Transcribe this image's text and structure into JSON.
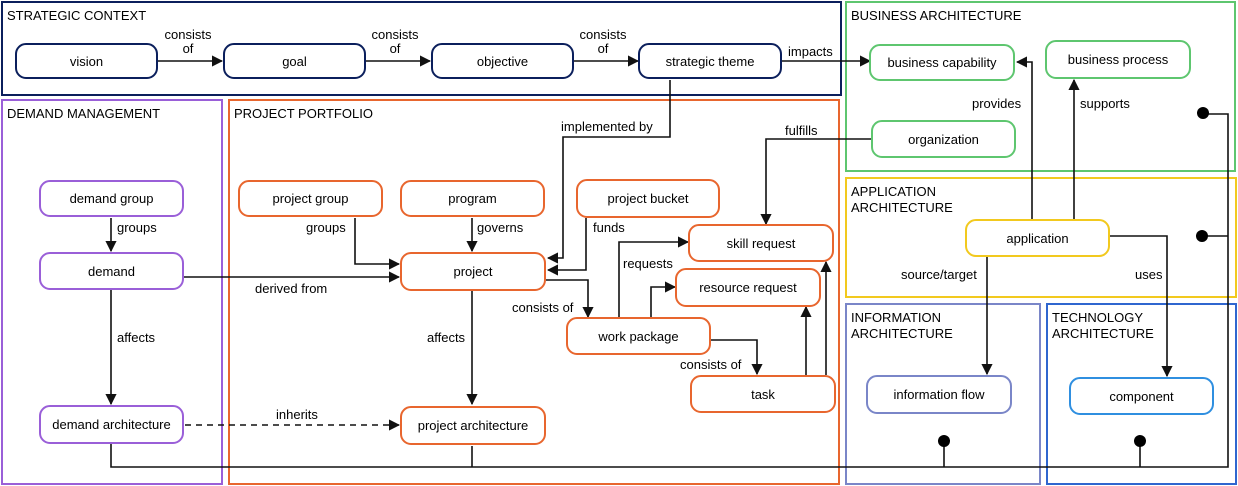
{
  "colors": {
    "strategic": "#0b1f5c",
    "business": "#5ec66f",
    "demand": "#9a5fd8",
    "project": "#e8662e",
    "application": "#f2c91e",
    "information": "#7a86c8",
    "technology": "#2f66cf",
    "component": "#2f8fe0",
    "edge": "#111111"
  },
  "regions": {
    "strategic_context": "STRATEGIC CONTEXT",
    "business_architecture": "BUSINESS ARCHITECTURE",
    "demand_management": "DEMAND MANAGEMENT",
    "project_portfolio": "PROJECT PORTFOLIO",
    "application_architecture": "APPLICATION\nARCHITECTURE",
    "information_architecture": "INFORMATION\nARCHITECTURE",
    "technology_architecture": "TECHNOLOGY\nARCHITECTURE"
  },
  "nodes": {
    "vision": "vision",
    "goal": "goal",
    "objective": "objective",
    "strategic_theme": "strategic theme",
    "business_capability": "business capability",
    "business_process": "business process",
    "organization": "organization",
    "demand_group": "demand group",
    "demand": "demand",
    "demand_architecture": "demand architecture",
    "project_group": "project group",
    "program": "program",
    "project_bucket": "project bucket",
    "project": "project",
    "project_architecture": "project architecture",
    "skill_request": "skill request",
    "resource_request": "resource request",
    "work_package": "work package",
    "task": "task",
    "application": "application",
    "information_flow": "information flow",
    "component": "component"
  },
  "labels": {
    "consists_of_1": "consists\nof",
    "consists_of_2": "consists\nof",
    "consists_of_3": "consists\nof",
    "impacts": "impacts",
    "implemented_by": "implemented by",
    "fulfills": "fulfills",
    "provides": "provides",
    "supports": "supports",
    "groups_demand": "groups",
    "groups_project": "groups",
    "governs": "governs",
    "funds": "funds",
    "requests": "requests",
    "derived_from": "derived from",
    "consists_of_wp": "consists of",
    "affects_demand": "affects",
    "affects_project": "affects",
    "consists_of_task": "consists of",
    "source_target": "source/target",
    "uses": "uses",
    "inherits": "inherits"
  }
}
